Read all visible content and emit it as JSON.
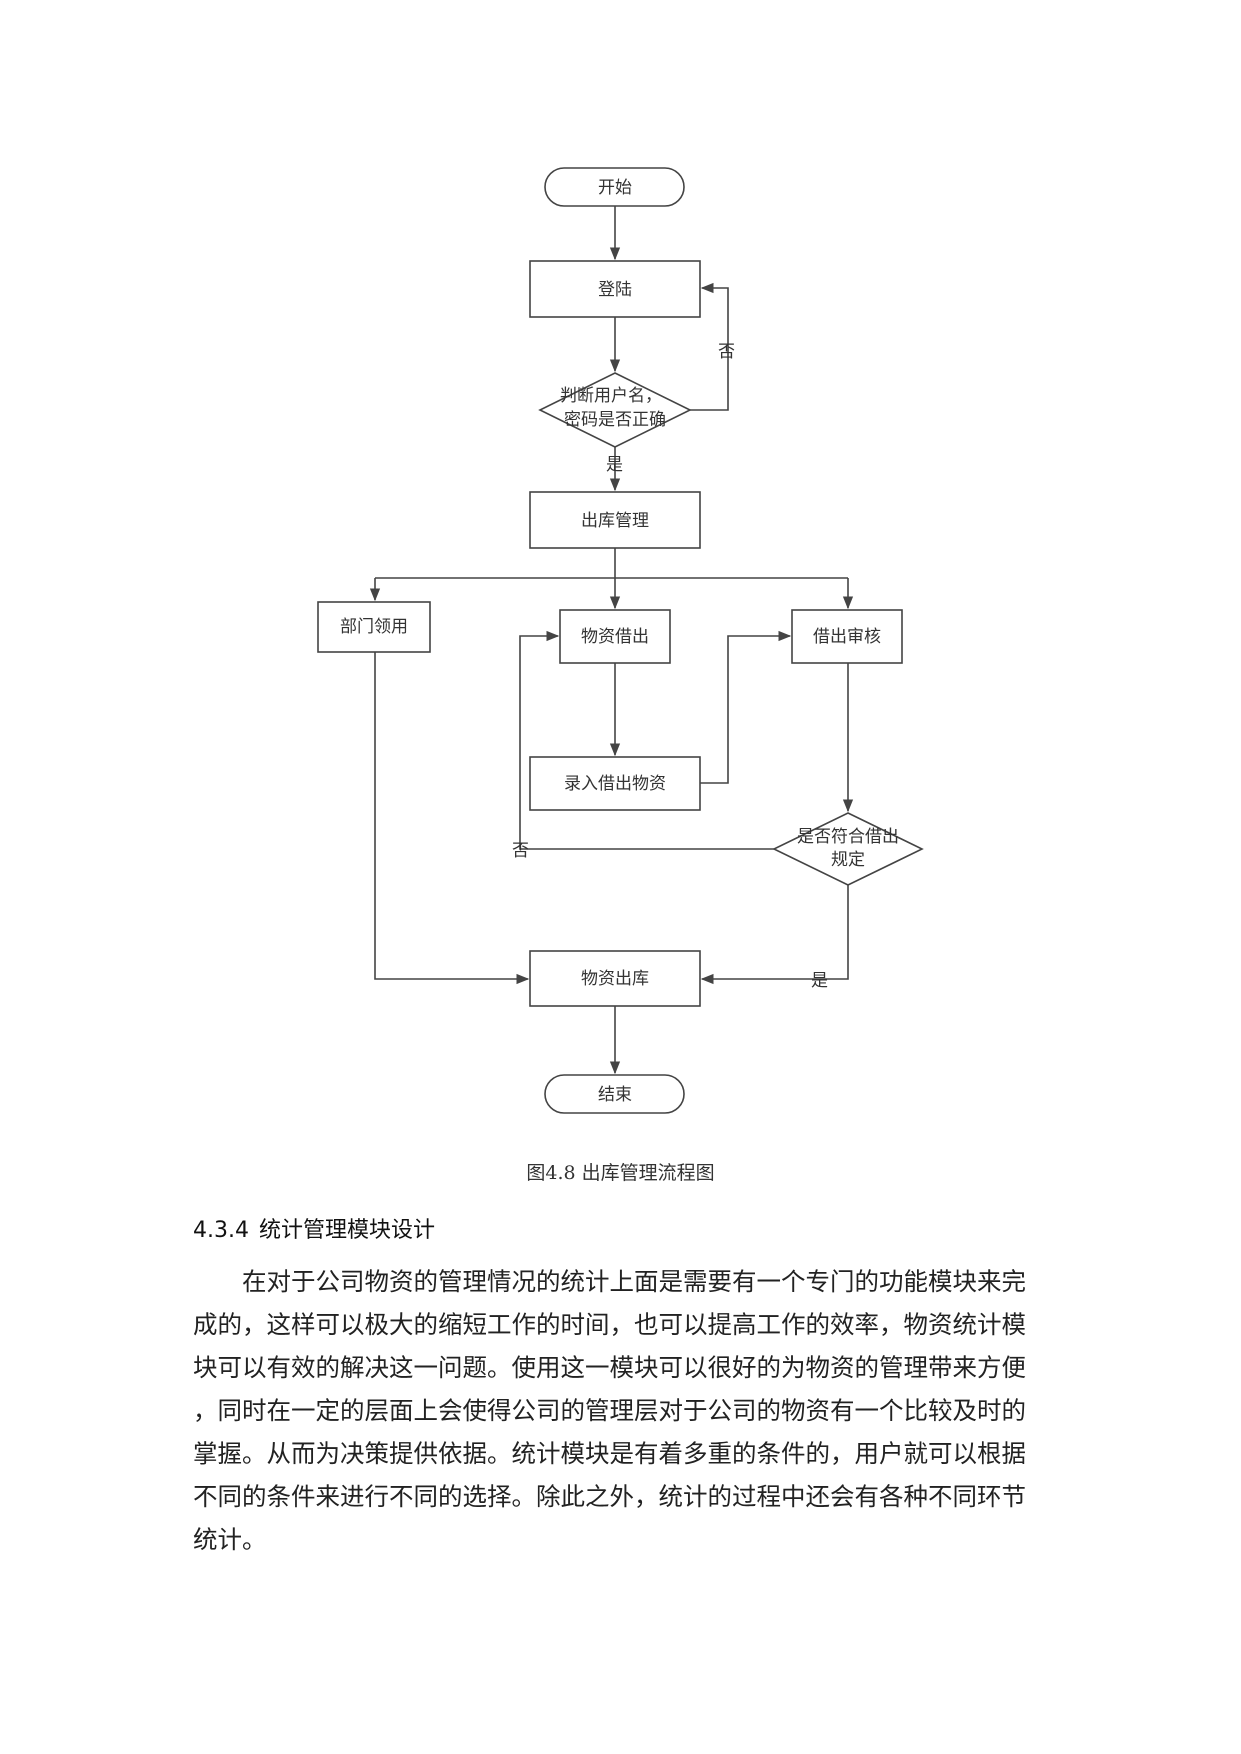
{
  "flowchart": {
    "nodes": {
      "start": "开始",
      "login": "登陆",
      "check_credentials": [
        "判断用户名，",
        "密码是否正确"
      ],
      "outbound_management": "出库管理",
      "department_use": "部门领用",
      "material_lending": "物资借出",
      "lending_review": "借出审核",
      "enter_lent_material": "录入借出物资",
      "check_rules": [
        "是否符合借出",
        "规定"
      ],
      "material_outbound": "物资出库",
      "end": "结束"
    },
    "edge_labels": {
      "no_login": "否",
      "yes_login": "是",
      "no_rules": "否",
      "yes_rules": "是"
    }
  },
  "caption": "图4.8 出库管理流程图",
  "section": {
    "number": "4.3.4",
    "title": "统计管理模块设计"
  },
  "body_lines": [
    "在对于公司物资的管理情况的统计上面是需要有一个专门的功能模块来完",
    "成的，这样可以极大的缩短工作的时间，也可以提高工作的效率，物资统计模",
    "块可以有效的解决这一问题。使用这一模块可以很好的为物资的管理带来方便",
    "，同时在一定的层面上会使得公司的管理层对于公司的物资有一个比较及时的",
    "掌握。从而为决策提供依据。统计模块是有着多重的条件的，用户就可以根据",
    "不同的条件来进行不同的选择。除此之外，统计的过程中还会有各种不同环节",
    "统计。"
  ]
}
